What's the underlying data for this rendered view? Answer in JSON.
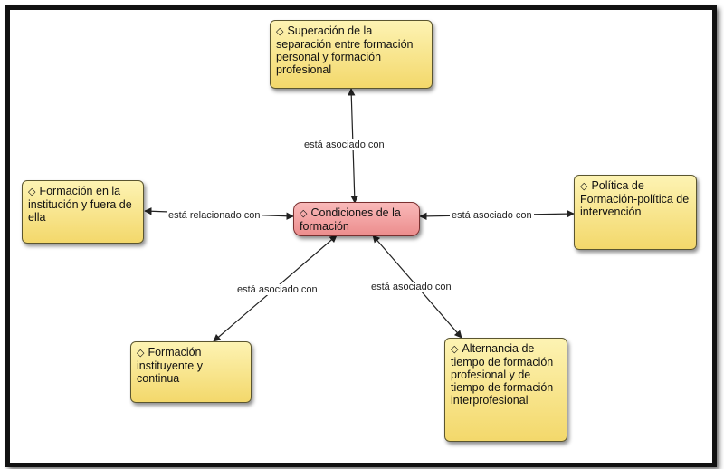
{
  "diagram": {
    "nodes": {
      "center": {
        "marker": "◇",
        "text": "Condiciones de la formación"
      },
      "top": {
        "marker": "◇",
        "text": "Superación de la separación entre formación personal y formación profesional"
      },
      "left": {
        "marker": "◇",
        "text": "Formación en la institución y fuera de ella"
      },
      "right": {
        "marker": "◇",
        "text": "Política de Formación-política de intervención"
      },
      "bottom_left": {
        "marker": "◇",
        "text": "Formación instituyente y continua"
      },
      "bottom_right": {
        "marker": "◇",
        "text": "Alternancia de tiempo de formación profesional y de tiempo de formación interprofesional"
      }
    },
    "edges": {
      "top": "está asociado con",
      "left": "está relacionado con",
      "right": "está asociado con",
      "bottom_left": "está asociado con",
      "bottom_right": "está asociado con"
    },
    "colors": {
      "center_fill": "#f4a3a3",
      "node_fill": "#f8e38c",
      "line": "#222222"
    }
  }
}
